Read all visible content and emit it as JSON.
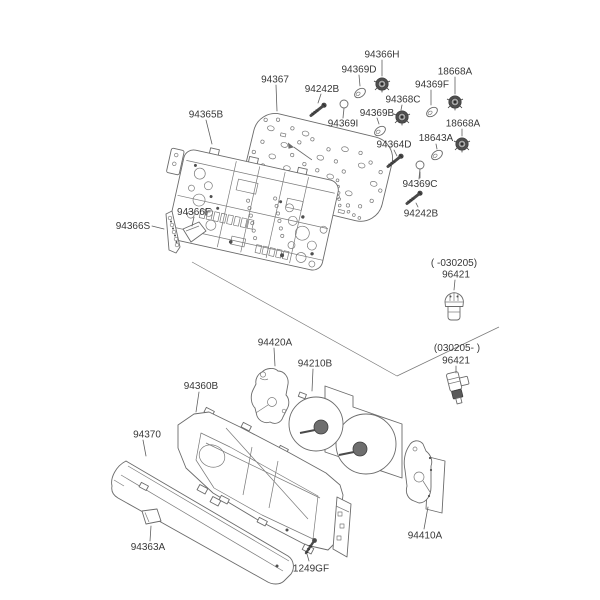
{
  "diagram": {
    "background": "#ffffff",
    "line_color": "#6b6b6b",
    "text_color": "#383838",
    "dark_part_color": "#4f4f4f",
    "callouts": {
      "p94366h": "94366H",
      "p94369d": "94369D",
      "p18668a_top": "18668A",
      "p94367": "94367",
      "p94242b_top": "94242B",
      "p94369f": "94369F",
      "p94368c": "94368C",
      "p94365b": "94365B",
      "p94369b": "94369B",
      "p94369i": "94369I",
      "p18668a_mid": "18668A",
      "p18643a": "18643A",
      "p94364d": "94364D",
      "p94369c": "94369C",
      "p94366f": "94366F",
      "p94242b_right": "94242B",
      "p94366s": "94366S",
      "range_early": "( -030205)",
      "p96421_early": "96421",
      "range_late": "(030205- )",
      "p96421_late": "96421",
      "p94420a": "94420A",
      "p94210b": "94210B",
      "p94360b": "94360B",
      "p94370": "94370",
      "p94363a": "94363A",
      "p1249gf": "1249GF",
      "p94410a": "94410A"
    }
  }
}
